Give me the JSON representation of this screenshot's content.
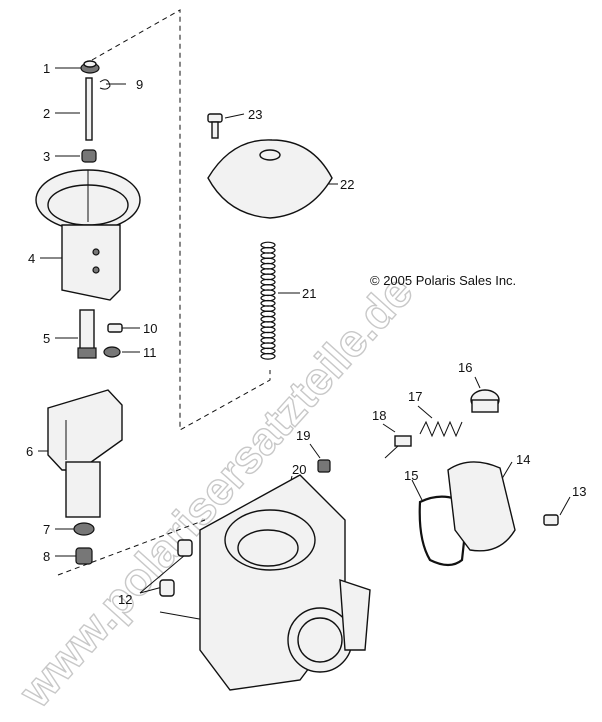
{
  "copyright": "© 2005 Polaris Sales Inc.",
  "watermark": "www.polarisersatzteile.de",
  "callouts": [
    "1",
    "2",
    "3",
    "4",
    "5",
    "6",
    "7",
    "8",
    "9",
    "10",
    "11",
    "12",
    "13",
    "14",
    "15",
    "16",
    "17",
    "18",
    "19",
    "20",
    "21",
    "22",
    "23"
  ],
  "colors": {
    "ink": "#111111",
    "watermark": "#c8c8c8",
    "paper": "#ffffff"
  }
}
